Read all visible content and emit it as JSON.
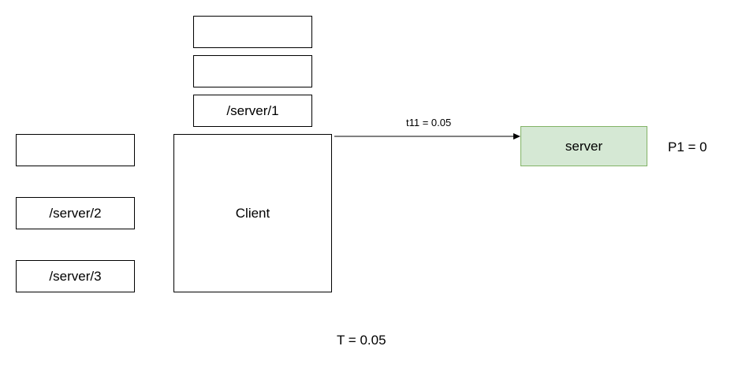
{
  "colors": {
    "server_fill": "#d5e8d4",
    "server_stroke": "#82b366",
    "stroke": "#000000"
  },
  "stack": {
    "box1": "",
    "box2": "",
    "box3": "/server/1"
  },
  "left_queue": {
    "box1": "",
    "box2": "/server/2",
    "box3": "/server/3"
  },
  "client": {
    "label": "Client"
  },
  "server": {
    "label": "server"
  },
  "edge": {
    "label": "t11 = 0.05"
  },
  "p1": {
    "label": "P1 = 0"
  },
  "total": {
    "label": "T = 0.05"
  }
}
